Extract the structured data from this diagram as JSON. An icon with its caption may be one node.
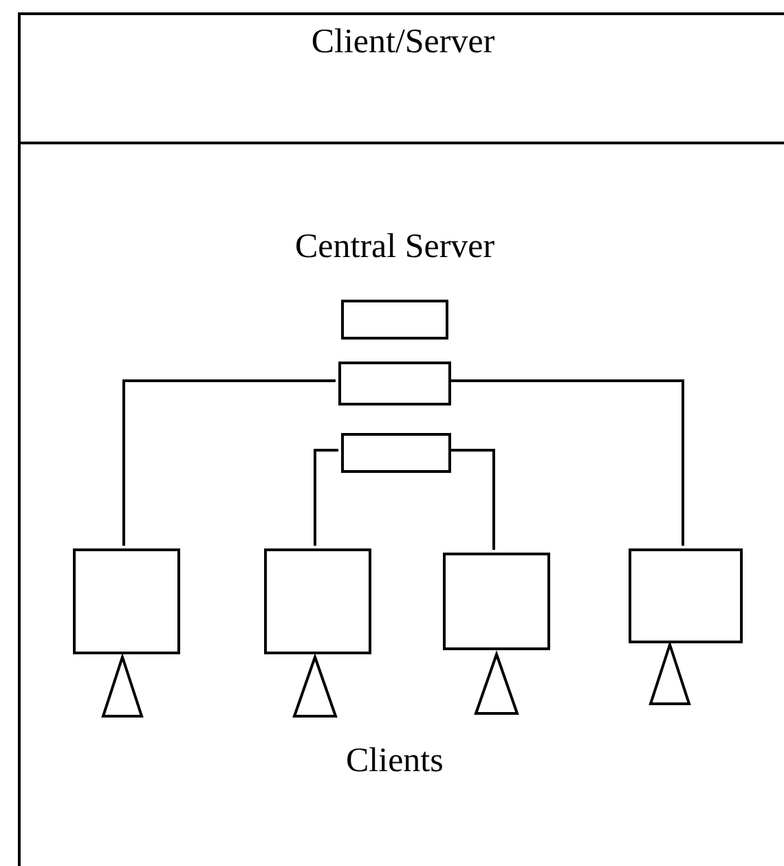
{
  "diagram": {
    "nodes": [
      {
        "text": [
          "Client/Server"
        ]
      },
      {
        "text": [],
        "shape": "box",
        "in": 0
      },
      {
        "text": [],
        "shape": "box",
        "in": 0
      },
      {
        "text": [],
        "shape": "box",
        "in": 0
      },
      {
        "text": [],
        "shape": "box",
        "in": 0
      },
      {
        "text": [],
        "shape": "box",
        "in": 0
      },
      {
        "text": [],
        "shape": "box",
        "in": 0
      },
      {
        "text": [],
        "shape": "box",
        "in": 0
      },
      {
        "text": [],
        "shape": "triangle",
        "in": 0
      },
      {
        "text": [],
        "shape": "triangle",
        "in": 0
      },
      {
        "text": [],
        "shape": "triangle",
        "in": 0
      },
      {
        "text": [],
        "shape": "triangle",
        "in": 0
      }
    ],
    "edges": [
      {
        "from": 2,
        "to": 4,
        "arrow": "none"
      },
      {
        "from": 2,
        "to": 7,
        "arrow": "none"
      },
      {
        "from": 3,
        "to": 5,
        "arrow": "none"
      },
      {
        "from": 3,
        "to": 6,
        "arrow": "none"
      }
    ],
    "labels": [
      "Central Server",
      "Clients"
    ]
  }
}
